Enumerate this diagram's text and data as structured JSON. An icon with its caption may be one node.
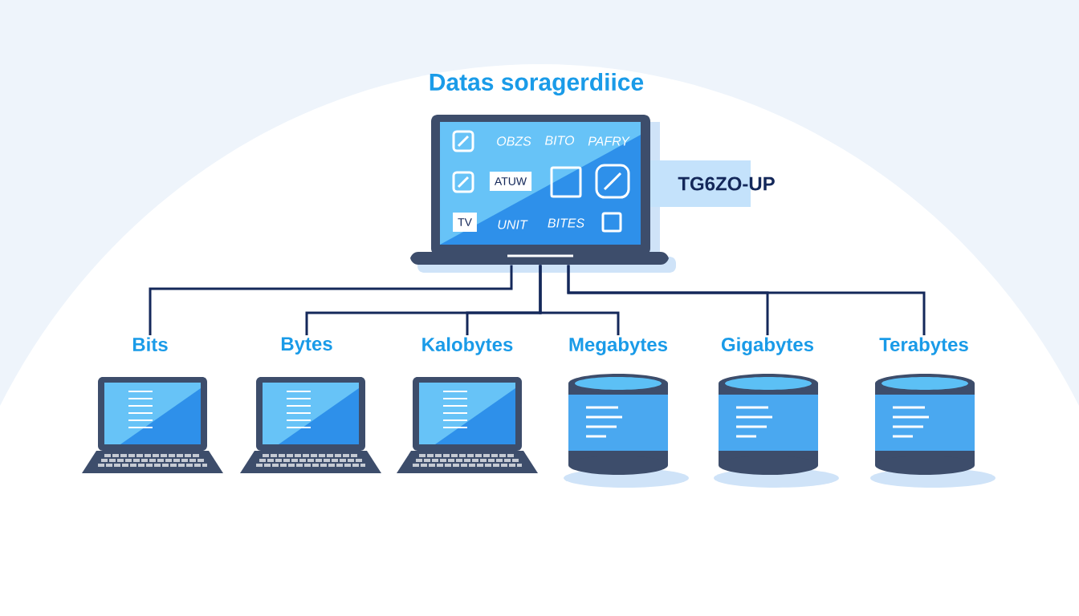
{
  "diagram": {
    "title": "Datas soragerdiice",
    "nodes": [
      {
        "text": [],
        "shape": "picture"
      },
      {
        "text": [
          "Bits"
        ]
      },
      {
        "text": [
          "Bytes"
        ]
      },
      {
        "text": [
          "Kalobytes"
        ]
      },
      {
        "text": [
          "Megabytes"
        ]
      },
      {
        "text": [
          "Gigabytes"
        ]
      },
      {
        "text": [
          "Terabytes"
        ]
      }
    ],
    "edges": [
      {
        "from": 0,
        "to": 1,
        "arrow": "none"
      },
      {
        "from": 0,
        "to": 2,
        "arrow": "none"
      },
      {
        "from": 0,
        "to": 3,
        "arrow": "none"
      },
      {
        "from": 0,
        "to": 4,
        "arrow": "none"
      },
      {
        "from": 0,
        "to": 5,
        "arrow": "none"
      },
      {
        "from": 0,
        "to": 6,
        "arrow": "none"
      }
    ],
    "labels": [
      "OBZS",
      "BITO",
      "PAFRY",
      "ATUW",
      "TV",
      "UNIT",
      "BITES",
      "TG6ZO-UP"
    ]
  }
}
